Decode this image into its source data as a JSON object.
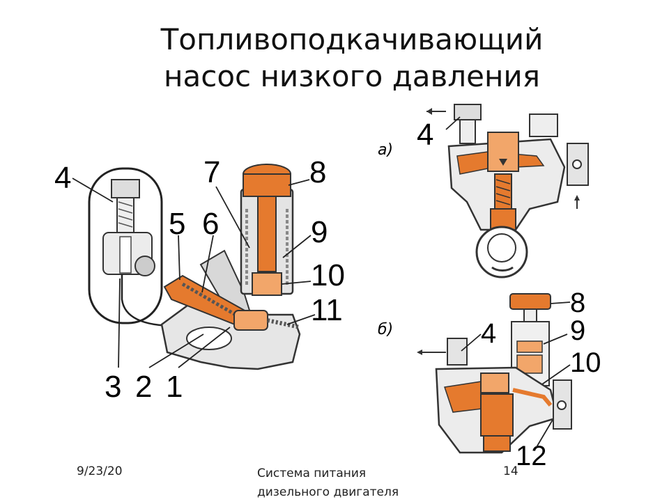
{
  "slide": {
    "title_line1": "Топливоподкачивающий",
    "title_line2": "насос низкого давления"
  },
  "left_diagram": {
    "labels": [
      "4",
      "7",
      "8",
      "5",
      "6",
      "9",
      "10",
      "11",
      "3",
      "2",
      "1"
    ]
  },
  "variant_a": {
    "marker": "а)",
    "labels": [
      "4"
    ]
  },
  "variant_b": {
    "marker": "б)",
    "labels": [
      "8",
      "4",
      "9",
      "10",
      "12"
    ]
  },
  "footer": {
    "date": "9/23/20",
    "title_line1": "Система питания",
    "title_line2": "дизельного двигателя",
    "page": "14"
  },
  "colors": {
    "accent_orange": "#E57A2E",
    "light_orange": "#F2A66A",
    "line_dark": "#333333",
    "body_gray": "#E6E6E6"
  }
}
